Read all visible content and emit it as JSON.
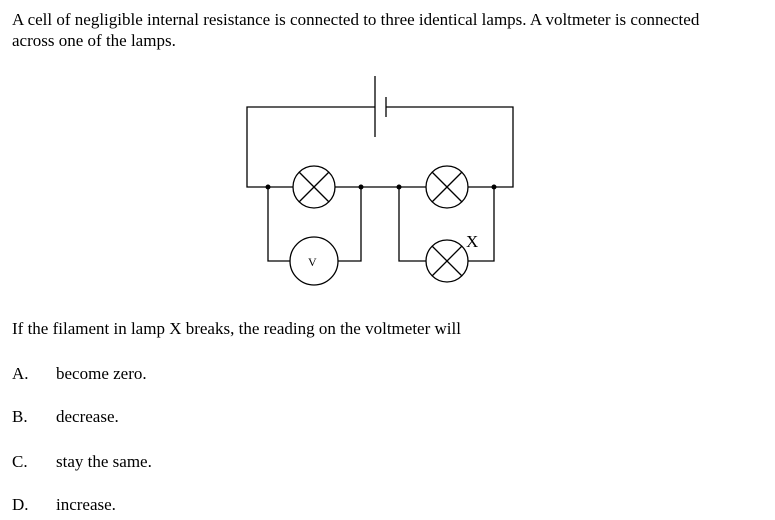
{
  "question": {
    "stem_line1": "A cell of negligible internal resistance is connected to three identical lamps.  A voltmeter is connected",
    "stem_line2": "across one of the lamps.",
    "prompt": "If the filament in lamp X breaks, the reading on the voltmeter will"
  },
  "diagram": {
    "voltmeter_label": "V",
    "lamp_x_label": "X"
  },
  "options": [
    {
      "letter": "A.",
      "text": "become zero."
    },
    {
      "letter": "B.",
      "text": "decrease."
    },
    {
      "letter": "C.",
      "text": "stay the same."
    },
    {
      "letter": "D.",
      "text": "increase."
    }
  ]
}
